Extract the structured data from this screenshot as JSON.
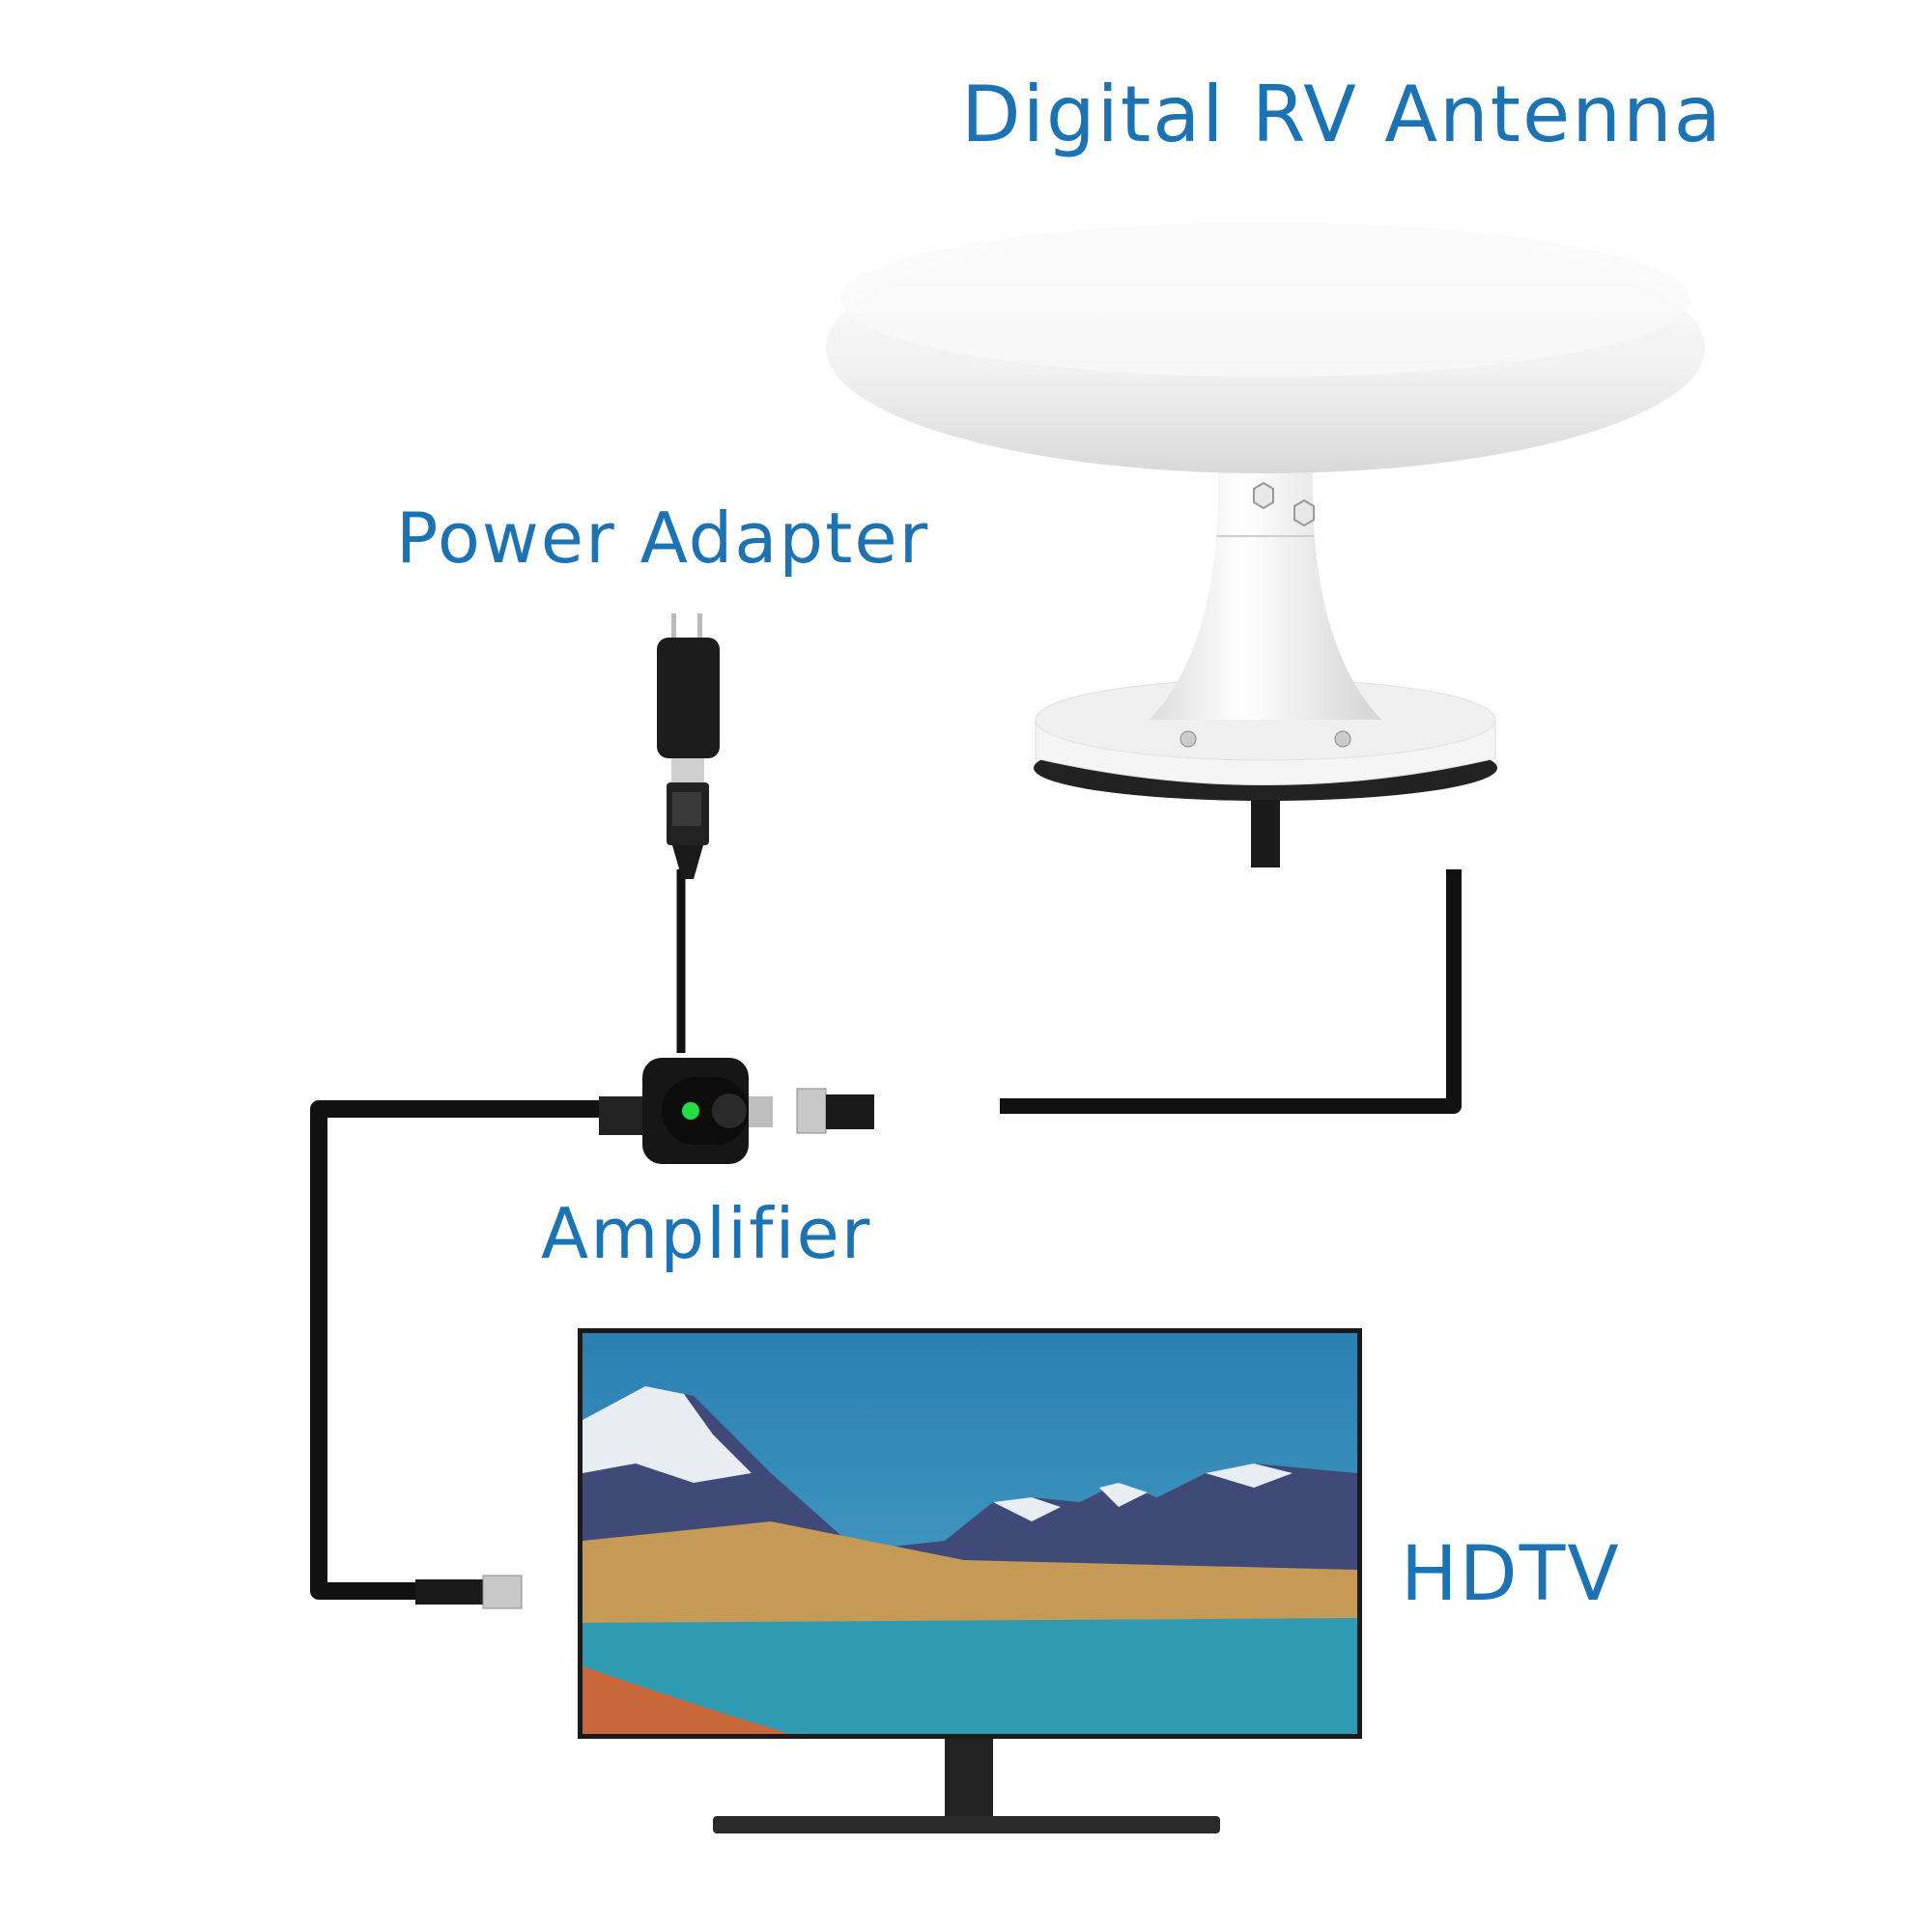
{
  "diagram": {
    "type": "connection-diagram",
    "labels": {
      "antenna": "Digital RV Antenna",
      "power_adapter": "Power Adapter",
      "amplifier": "Amplifier",
      "tv": "HDTV"
    },
    "components": [
      {
        "id": "antenna",
        "name": "Digital RV Antenna",
        "description": "white disc-shaped omnidirectional antenna on pedestal mount"
      },
      {
        "id": "power_adapter",
        "name": "Power Adapter",
        "description": "black wall plug with USB cable"
      },
      {
        "id": "amplifier",
        "name": "Amplifier",
        "description": "black inline amplifier with green LED"
      },
      {
        "id": "tv",
        "name": "HDTV",
        "description": "flat-screen TV showing mountain lake landscape"
      }
    ],
    "connections": [
      {
        "from": "antenna",
        "to": "amplifier",
        "medium": "coaxial cable"
      },
      {
        "from": "power_adapter",
        "to": "amplifier",
        "medium": "USB power cable"
      },
      {
        "from": "amplifier",
        "to": "tv",
        "medium": "coaxial cable"
      }
    ],
    "colors": {
      "label_text": "#1b73b3",
      "cable": "#111111",
      "led": "#22dd44",
      "antenna_body": "#f2f2f2"
    }
  }
}
